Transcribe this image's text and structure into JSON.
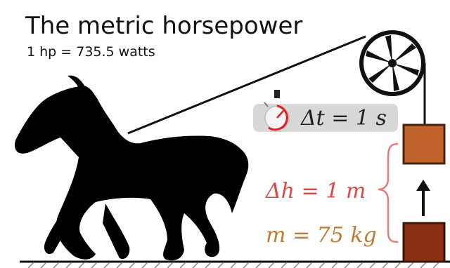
{
  "title": "The metric horsepower",
  "subtitle": "1 hp = 735.5 watts",
  "time_label": "Δt = 1 s",
  "height_label": "Δh = 1 m",
  "mass_label": "m = 75 kg",
  "colors": {
    "horse": "#000000",
    "box_top": "#c0622b",
    "box_bottom": "#8a2f12",
    "brace": "#e27c7c",
    "height_text": "#e04848",
    "mass_text": "#c07a32",
    "timer_badge": "#d8d8d8",
    "timer_hand": "#e02020"
  },
  "icons": {
    "pulley": "pulley-wheel-icon",
    "stopwatch": "stopwatch-icon",
    "arrow": "arrow-up-icon",
    "horse": "horse-silhouette-icon"
  }
}
